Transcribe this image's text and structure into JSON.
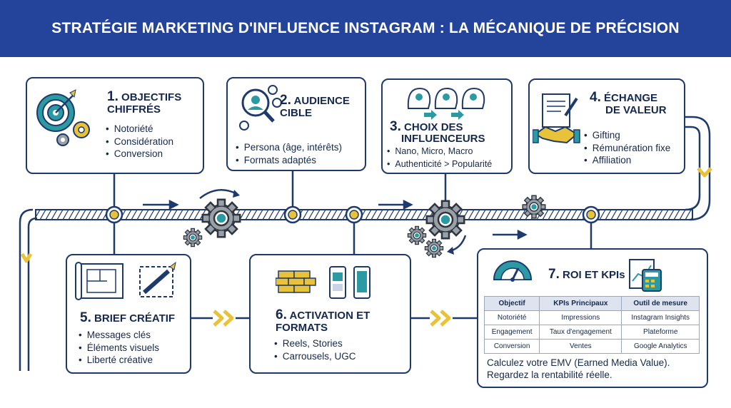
{
  "title": "STRATÉGIE MARKETING D'INFLUENCE INSTAGRAM : LA MÉCANIQUE DE PRÉCISION",
  "colors": {
    "navy": "#1e3a6d",
    "header": "#23449a",
    "teal": "#2b9aa3",
    "gold": "#e8c33a"
  },
  "steps": [
    {
      "num": "1.",
      "title_line1": "OBJECTIFS",
      "title_line2": "CHIFFRÉS",
      "icon": "target-gears-icon",
      "items": [
        "Notoriété",
        "Considération",
        "Conversion"
      ]
    },
    {
      "num": "2.",
      "title_line1": "AUDIENCE",
      "title_line2": "CIBLE",
      "icon": "audience-search-icon",
      "items": [
        "Persona (âge, intérêts)",
        "Formats adaptés"
      ]
    },
    {
      "num": "3.",
      "title_line1": "CHOIX DES",
      "title_line2": "INFLUENCEURS",
      "icon": "influencer-heads-icon",
      "items": [
        "Nano, Micro, Macro",
        "Authenticité > Popularité"
      ]
    },
    {
      "num": "4.",
      "title_line1": "ÉCHANGE",
      "title_line2": "DE VALEUR",
      "icon": "handshake-contract-icon",
      "items": [
        "Gifting",
        "Rémunération fixe",
        "Affiliation"
      ]
    },
    {
      "num": "5.",
      "title_line1": "BRIEF CRÉATIF",
      "title_line2": "",
      "icon": "blueprint-pencil-icon",
      "items": [
        "Messages clés",
        "Éléments visuels",
        "Liberté créative"
      ]
    },
    {
      "num": "6.",
      "title_line1": "ACTIVATION ET",
      "title_line2": "FORMATS",
      "icon": "bricks-phones-icon",
      "items": [
        "Reels, Stories",
        "Carrousels, UGC"
      ]
    },
    {
      "num": "7.",
      "title_line1": "ROI ET KPIs",
      "title_line2": "",
      "icon": "gauge-calculator-icon",
      "items": []
    }
  ],
  "kpi_table": {
    "headers": [
      "Objectif",
      "KPIs Principaux",
      "Outil de mesure"
    ],
    "rows": [
      [
        "Notoriété",
        "Impressions",
        "Instagram Insights"
      ],
      [
        "Engagement",
        "Taux d'engagement",
        "Plateforme"
      ],
      [
        "Conversion",
        "Ventes",
        "Google Analytics"
      ]
    ]
  },
  "roi_note": "Calculez votre EMV (Earned Media Value). Regardez la rentabilité réelle."
}
